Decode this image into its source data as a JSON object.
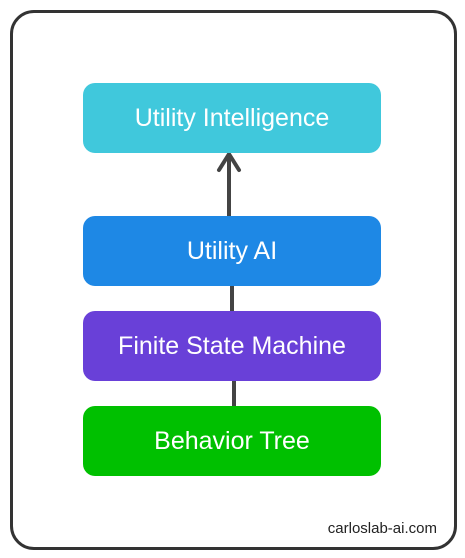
{
  "diagram": {
    "nodes": [
      {
        "id": "utility-intelligence",
        "label": "Utility Intelligence",
        "color": "#40C8DC"
      },
      {
        "id": "utility-ai",
        "label": "Utility AI",
        "color": "#1E88E5"
      },
      {
        "id": "finite-state-machine",
        "label": "Finite State Machine",
        "color": "#6940D8"
      },
      {
        "id": "behavior-tree",
        "label": "Behavior Tree",
        "color": "#00C000"
      }
    ],
    "edges": [
      {
        "from": "utility-ai",
        "to": "utility-intelligence",
        "arrow": true
      },
      {
        "from": "finite-state-machine",
        "to": "utility-ai",
        "arrow": false
      },
      {
        "from": "behavior-tree",
        "to": "finite-state-machine",
        "arrow": false
      }
    ],
    "line_color": "#444444",
    "frame_border_color": "#333333"
  },
  "footer": {
    "credit": "carloslab-ai.com"
  }
}
